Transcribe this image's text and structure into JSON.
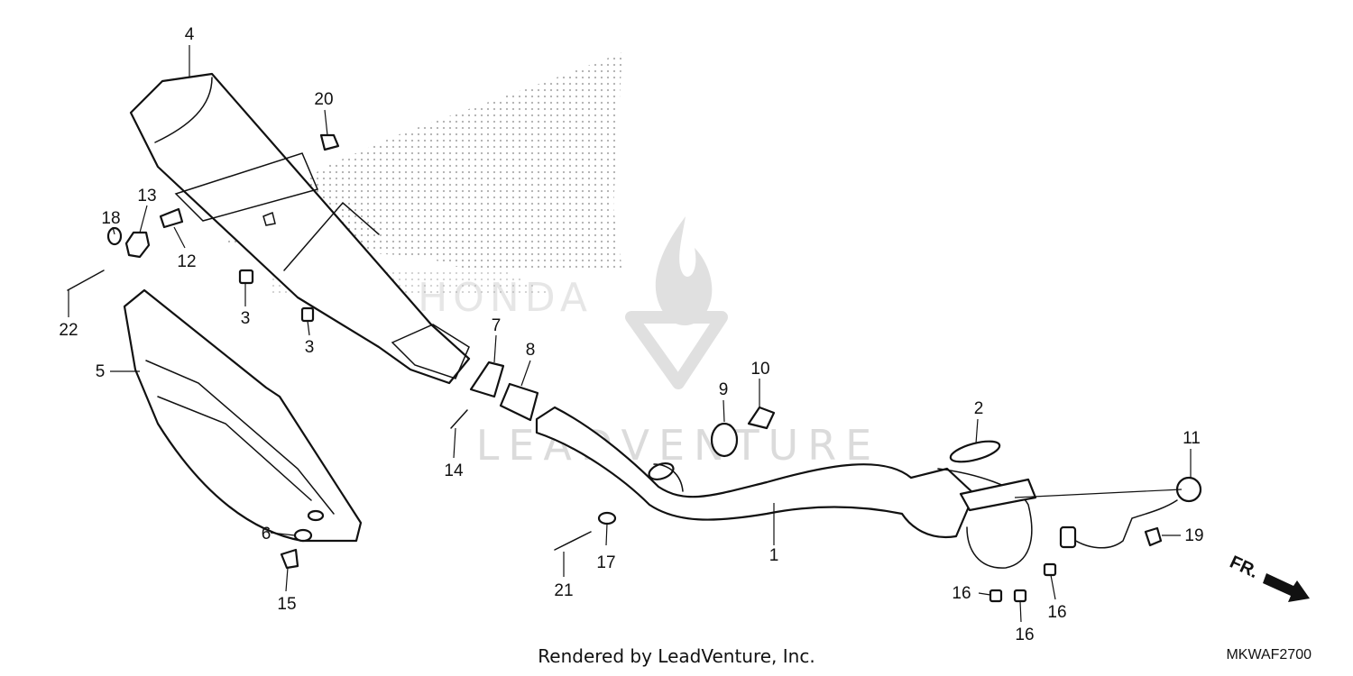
{
  "diagram": {
    "credit": "Rendered by LeadVenture, Inc.",
    "figure_code": "MKWAF2700",
    "direction_label": "FR.",
    "callouts": {
      "p1": "1",
      "p2": "2",
      "p3a": "3",
      "p3b": "3",
      "p4": "4",
      "p5": "5",
      "p6": "6",
      "p7": "7",
      "p8": "8",
      "p9": "9",
      "p10": "10",
      "p11": "11",
      "p12": "12",
      "p13": "13",
      "p14": "14",
      "p15": "15",
      "p16a": "16",
      "p16b": "16",
      "p16c": "16",
      "p17": "17",
      "p18": "18",
      "p19": "19",
      "p20": "20",
      "p21": "21",
      "p22": "22"
    },
    "watermark": {
      "brand_logo": "HONDA",
      "dealer_logo": "LEADVENTURE"
    }
  }
}
